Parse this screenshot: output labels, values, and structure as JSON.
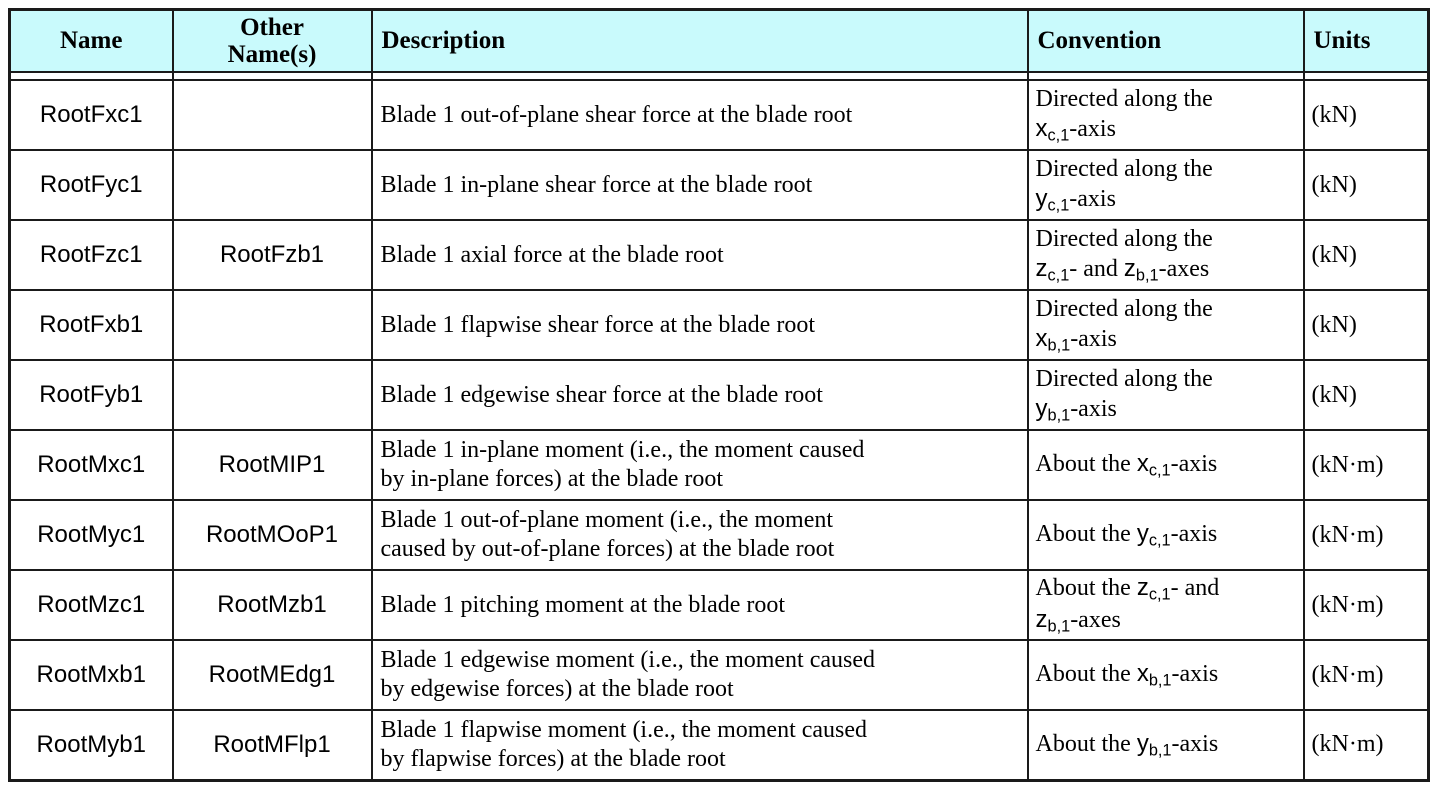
{
  "page": {
    "background": "#ffffff"
  },
  "table": {
    "header_bg": "#c9fafc",
    "border_color": "#1a1a1a",
    "columns": [
      {
        "label": "Name"
      },
      {
        "label": "Other\nName(s)"
      },
      {
        "label": "Description"
      },
      {
        "label": "Convention"
      },
      {
        "label": "Units"
      }
    ],
    "rows": [
      {
        "name": "RootFxc1",
        "other": "",
        "description": "Blade 1 out-of-plane shear force at the blade root",
        "convention": [
          {
            "t": "Directed along the"
          },
          {
            "br": true
          },
          {
            "t": "x",
            "f": "ax"
          },
          {
            "t": "c,1",
            "f": "sub"
          },
          {
            "t": "-axis"
          }
        ],
        "units": "(kN)"
      },
      {
        "name": "RootFyc1",
        "other": "",
        "description": "Blade 1 in-plane shear force at the blade root",
        "convention": [
          {
            "t": "Directed along the"
          },
          {
            "br": true
          },
          {
            "t": "y",
            "f": "ax"
          },
          {
            "t": "c,1",
            "f": "sub"
          },
          {
            "t": "-axis"
          }
        ],
        "units": "(kN)"
      },
      {
        "name": "RootFzc1",
        "other": "RootFzb1",
        "description": "Blade 1 axial force at the blade root",
        "convention": [
          {
            "t": "Directed along the"
          },
          {
            "br": true
          },
          {
            "t": "z",
            "f": "ax"
          },
          {
            "t": "c,1",
            "f": "sub"
          },
          {
            "t": "- and "
          },
          {
            "t": "z",
            "f": "ax"
          },
          {
            "t": "b,1",
            "f": "sub"
          },
          {
            "t": "-axes"
          }
        ],
        "units": "(kN)"
      },
      {
        "name": "RootFxb1",
        "other": "",
        "description": "Blade 1 flapwise shear force at the blade root",
        "convention": [
          {
            "t": "Directed along the"
          },
          {
            "br": true
          },
          {
            "t": "x",
            "f": "ax"
          },
          {
            "t": "b,1",
            "f": "sub"
          },
          {
            "t": "-axis"
          }
        ],
        "units": "(kN)"
      },
      {
        "name": "RootFyb1",
        "other": "",
        "description": "Blade 1 edgewise shear force at the blade root",
        "convention": [
          {
            "t": "Directed along the"
          },
          {
            "br": true
          },
          {
            "t": "y",
            "f": "ax"
          },
          {
            "t": "b,1",
            "f": "sub"
          },
          {
            "t": "-axis"
          }
        ],
        "units": "(kN)"
      },
      {
        "name": "RootMxc1",
        "other": "RootMIP1",
        "description": "Blade 1 in-plane moment (i.e., the moment caused\nby in-plane forces) at the blade root",
        "convention": [
          {
            "t": "About the "
          },
          {
            "t": "x",
            "f": "ax"
          },
          {
            "t": "c,1",
            "f": "sub"
          },
          {
            "t": "-axis"
          }
        ],
        "units": "(kN·m)"
      },
      {
        "name": "RootMyc1",
        "other": "RootMOoP1",
        "description": "Blade 1 out-of-plane moment (i.e., the moment\ncaused by out-of-plane forces) at the blade root",
        "convention": [
          {
            "t": "About the "
          },
          {
            "t": "y",
            "f": "ax"
          },
          {
            "t": "c,1",
            "f": "sub"
          },
          {
            "t": "-axis"
          }
        ],
        "units": "(kN·m)"
      },
      {
        "name": "RootMzc1",
        "other": "RootMzb1",
        "description": "Blade 1 pitching moment at the blade root",
        "convention": [
          {
            "t": "About the "
          },
          {
            "t": "z",
            "f": "ax"
          },
          {
            "t": "c,1",
            "f": "sub"
          },
          {
            "t": "- and"
          },
          {
            "br": true
          },
          {
            "t": "z",
            "f": "ax"
          },
          {
            "t": "b,1",
            "f": "sub"
          },
          {
            "t": "-axes"
          }
        ],
        "units": "(kN·m)"
      },
      {
        "name": "RootMxb1",
        "other": "RootMEdg1",
        "description": "Blade 1 edgewise moment (i.e., the moment caused\nby edgewise forces) at the blade root",
        "convention": [
          {
            "t": "About the "
          },
          {
            "t": "x",
            "f": "ax"
          },
          {
            "t": "b,1",
            "f": "sub"
          },
          {
            "t": "-axis"
          }
        ],
        "units": "(kN·m)"
      },
      {
        "name": "RootMyb1",
        "other": "RootMFlp1",
        "description": "Blade 1 flapwise moment (i.e., the moment caused\nby flapwise forces) at the blade root",
        "convention": [
          {
            "t": "About the "
          },
          {
            "t": "y",
            "f": "ax"
          },
          {
            "t": "b,1",
            "f": "sub"
          },
          {
            "t": "-axis"
          }
        ],
        "units": "(kN·m)"
      }
    ]
  }
}
